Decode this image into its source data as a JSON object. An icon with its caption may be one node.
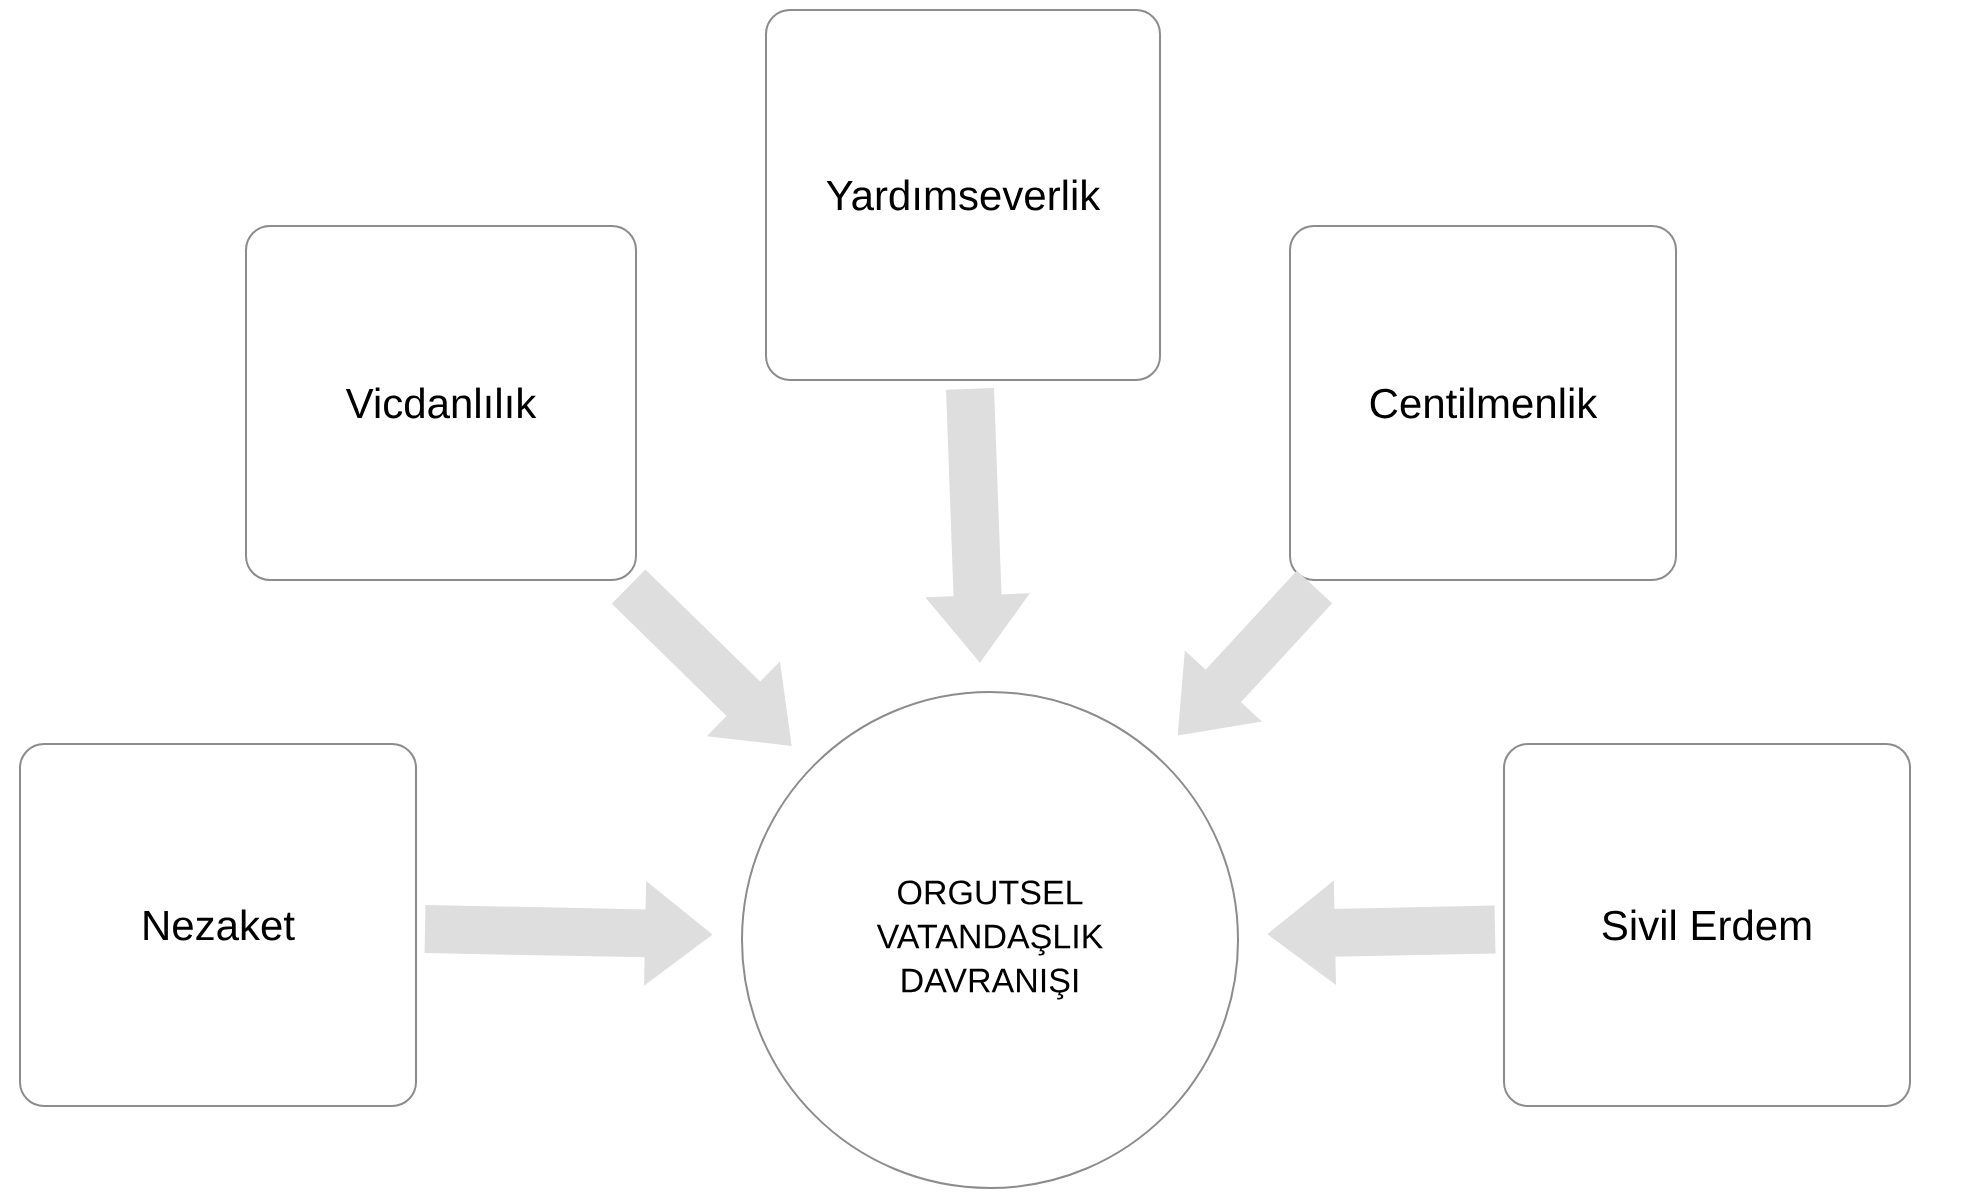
{
  "diagram": {
    "nodes": [
      {
        "text": [
          "Yardımseverlik"
        ]
      },
      {
        "text": [
          "Vicdanlılık"
        ]
      },
      {
        "text": [
          "Centilmenlik"
        ]
      },
      {
        "text": [
          "Nezaket"
        ]
      },
      {
        "text": [
          "ORGUTSEL VATANDAŞLIK DAVRANIŞI"
        ]
      },
      {
        "text": [
          "Sivil Erdem"
        ]
      }
    ],
    "edges": [
      {
        "from": 0,
        "to": 4,
        "arrow": "to"
      },
      {
        "from": 1,
        "to": 4,
        "arrow": "to"
      },
      {
        "from": 2,
        "to": 4,
        "arrow": "to"
      },
      {
        "from": 3,
        "to": 4,
        "arrow": "to"
      },
      {
        "from": 5,
        "to": 4,
        "arrow": "to"
      }
    ]
  }
}
